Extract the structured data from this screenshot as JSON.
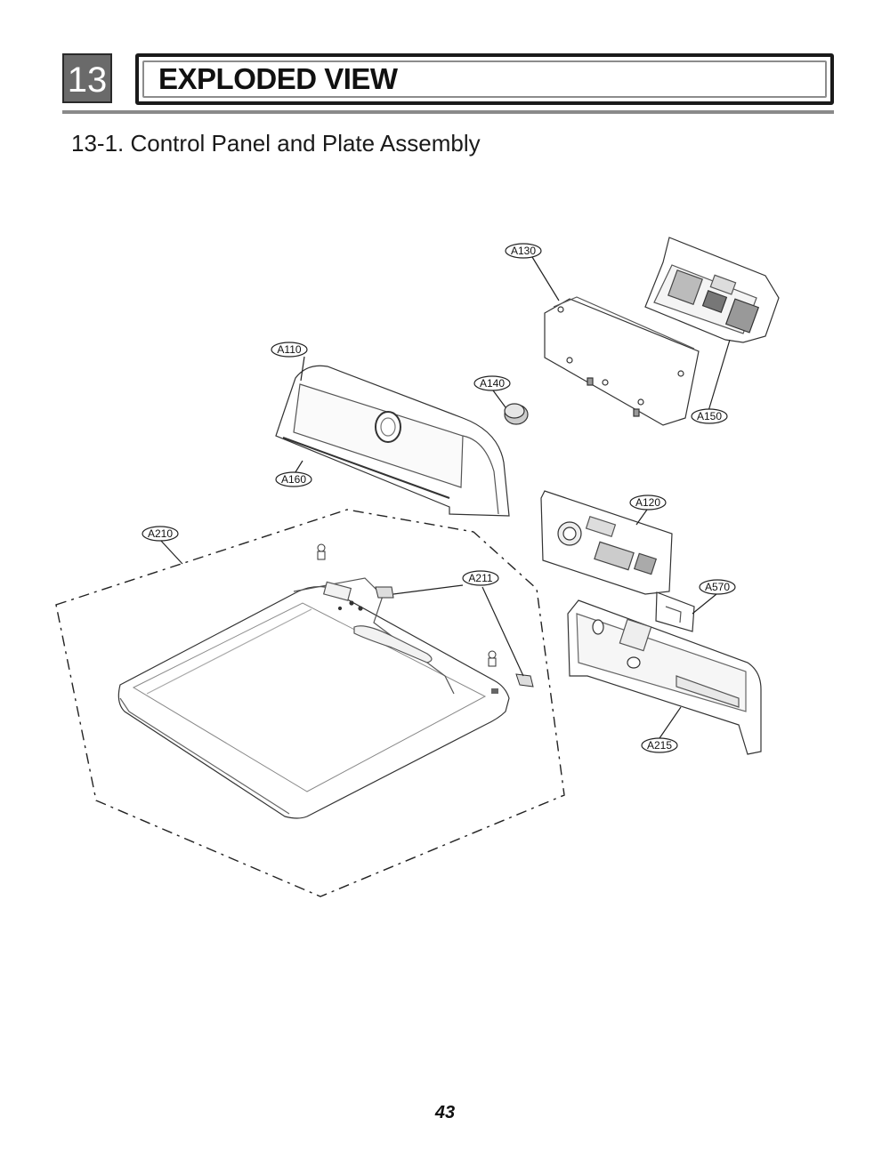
{
  "chapter": {
    "number": "13",
    "title": "EXPLODED VIEW"
  },
  "section": {
    "title": "13-1. Control Panel and Plate Assembly"
  },
  "callouts": {
    "a130": "A130",
    "a110": "A110",
    "a140": "A140",
    "a150": "A150",
    "a160": "A160",
    "a120": "A120",
    "a210": "A210",
    "a211": "A211",
    "a570": "A570",
    "a215": "A215"
  },
  "page_number": "43"
}
